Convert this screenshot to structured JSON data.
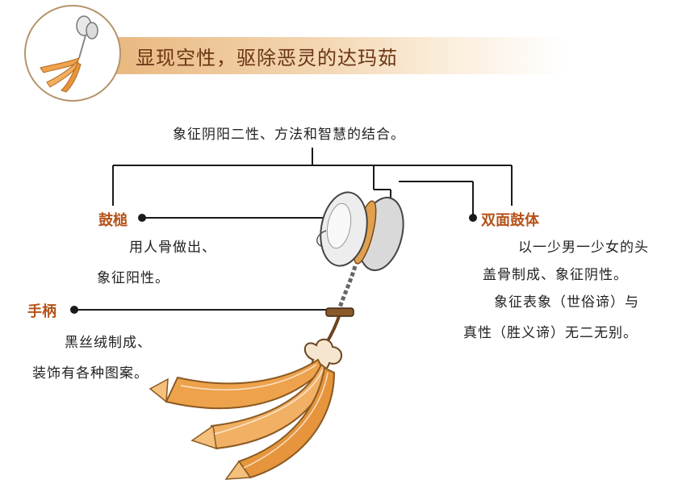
{
  "title": "显现空性，驱除恶灵的达玛茹",
  "top_note": "象征阴阳二性、方法和智慧的结合。",
  "parts": {
    "drum_beater": {
      "label": "鼓槌",
      "lines": [
        "用人骨做出、",
        "象征阳性。"
      ]
    },
    "drum_body": {
      "label": "双面鼓体",
      "lines": [
        "以一少男一少女的头",
        "盖骨制成、象征阴性。",
        "象征表象（世俗谛）与",
        "真性（胜义谛）无二无别。"
      ]
    },
    "handle": {
      "label": "手柄",
      "lines": [
        "黑丝绒制成、",
        "装饰有各种图案。"
      ]
    }
  },
  "colors": {
    "accent": "#b4531a",
    "title_text": "#6a3514",
    "ribbon": "#e79a43",
    "line": "#1a1a1a"
  },
  "icons": [
    "damaru-medallion-icon",
    "damaru-illustration"
  ]
}
